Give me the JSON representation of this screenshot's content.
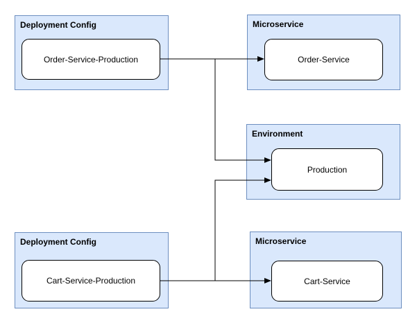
{
  "diagram": {
    "type": "flow-diagram",
    "background_color": "#ffffff",
    "colors": {
      "group_fill": "#dae8fc",
      "group_border": "#6c8ebf",
      "node_fill": "#ffffff",
      "node_border": "#000000",
      "edge_color": "#000000",
      "text_color": "#000000"
    },
    "groups": [
      {
        "label": "Deployment Config"
      },
      {
        "label": "Microservice"
      },
      {
        "label": "Environment"
      },
      {
        "label": "Deployment Config"
      },
      {
        "label": "Microservice"
      }
    ],
    "nodes": [
      {
        "label": "Order-Service-Production",
        "group": "Deployment Config"
      },
      {
        "label": "Order-Service",
        "group": "Microservice"
      },
      {
        "label": "Production",
        "group": "Environment"
      },
      {
        "label": "Cart-Service-Production",
        "group": "Deployment Config"
      },
      {
        "label": "Cart-Service",
        "group": "Microservice"
      }
    ],
    "edges": [
      {
        "from": "Order-Service-Production",
        "to": "Order-Service"
      },
      {
        "from": "Order-Service-Production",
        "to": "Production"
      },
      {
        "from": "Cart-Service-Production",
        "to": "Cart-Service"
      },
      {
        "from": "Cart-Service-Production",
        "to": "Production"
      }
    ]
  }
}
